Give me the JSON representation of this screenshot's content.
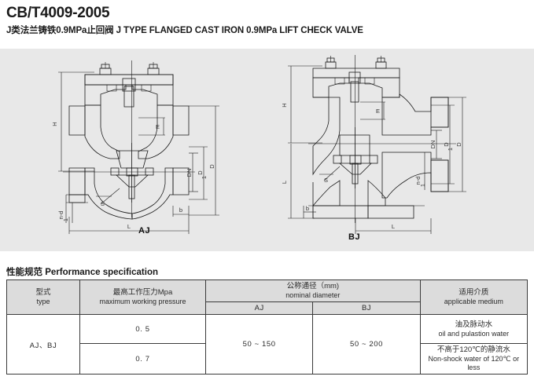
{
  "header": {
    "standard_code": "CB/T4009-2005",
    "subtitle": "J类法兰铸铁0.9MPa止回阀 J TYPE FLANGED CAST IRON 0.9MPa LIFT CHECK VALVE"
  },
  "drawings": {
    "background_color": "#e8e8e8",
    "figures": [
      {
        "caption": "AJ",
        "dimension_labels": [
          "H",
          "E",
          "DN",
          "D1",
          "D",
          "b",
          "L",
          "n-d1",
          "S"
        ]
      },
      {
        "caption": "BJ",
        "dimension_labels": [
          "H",
          "L",
          "E",
          "DN",
          "D1",
          "D",
          "b",
          "L",
          "n-d1",
          "S"
        ]
      }
    ],
    "label_H": "H",
    "label_E": "E",
    "label_DN": "DN",
    "label_D1": "D",
    "label_D1_sub": "1",
    "label_D": "D",
    "label_b": "b",
    "label_L": "L",
    "label_nd": "n-d",
    "label_nd_sub": "1",
    "label_S": "S"
  },
  "spec": {
    "title": "性能规范 Performance specification",
    "headers": {
      "type": {
        "cn": "型式",
        "en": "type"
      },
      "pressure": {
        "cn": "最高工作压力Mpa",
        "en": "maximum working pressure"
      },
      "nominal_diameter": {
        "cn": "公称通径（mm)",
        "en": "nominal diameter"
      },
      "nd_aj": "AJ",
      "nd_bj": "BJ",
      "medium": {
        "cn": "适用介质",
        "en": "applicable medium"
      }
    },
    "rows": {
      "type_value": "AJ、BJ",
      "pressure_1": "0. 5",
      "pressure_2": "0. 7",
      "aj_range": "50 ~ 150",
      "bj_range": "50 ~ 200",
      "medium_1": {
        "cn": "油及脉动水",
        "en": "oil and pulastion water"
      },
      "medium_2": {
        "cn": "不高于120℃的静流水",
        "en": "Non-shock water of 120℃ or less"
      }
    }
  }
}
